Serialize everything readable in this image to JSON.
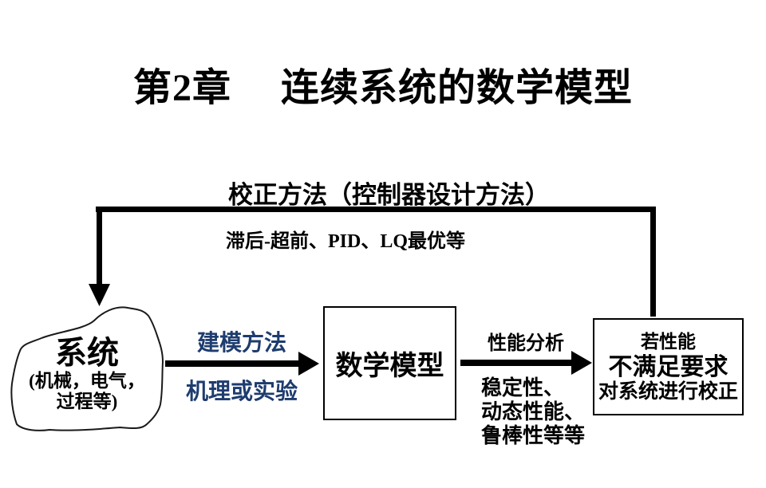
{
  "title": "第2章　 连续系统的数学模型",
  "feedback_loop": {
    "label": "校正方法（控制器设计方法）",
    "sublabel": "滞后-超前、PID、LQ最优等"
  },
  "system_blob": {
    "title": "系统",
    "subtitle_line1": "(机械，电气，",
    "subtitle_line2": "过程等)"
  },
  "modeling_arrow": {
    "label_top": "建模方法",
    "label_bottom": "机理或实验"
  },
  "math_model_box": {
    "label": "数学模型"
  },
  "analysis_arrow": {
    "label_top": "性能分析",
    "sub_lines": [
      "稳定性、",
      "动态性能、",
      "鲁棒性等等"
    ]
  },
  "result_box": {
    "line1": "若性能",
    "line2": "不满足要求",
    "line3": "对系统进行校正"
  },
  "colors": {
    "accent_blue": "#1e3c6e",
    "line_black": "#000000",
    "background": "#ffffff"
  }
}
